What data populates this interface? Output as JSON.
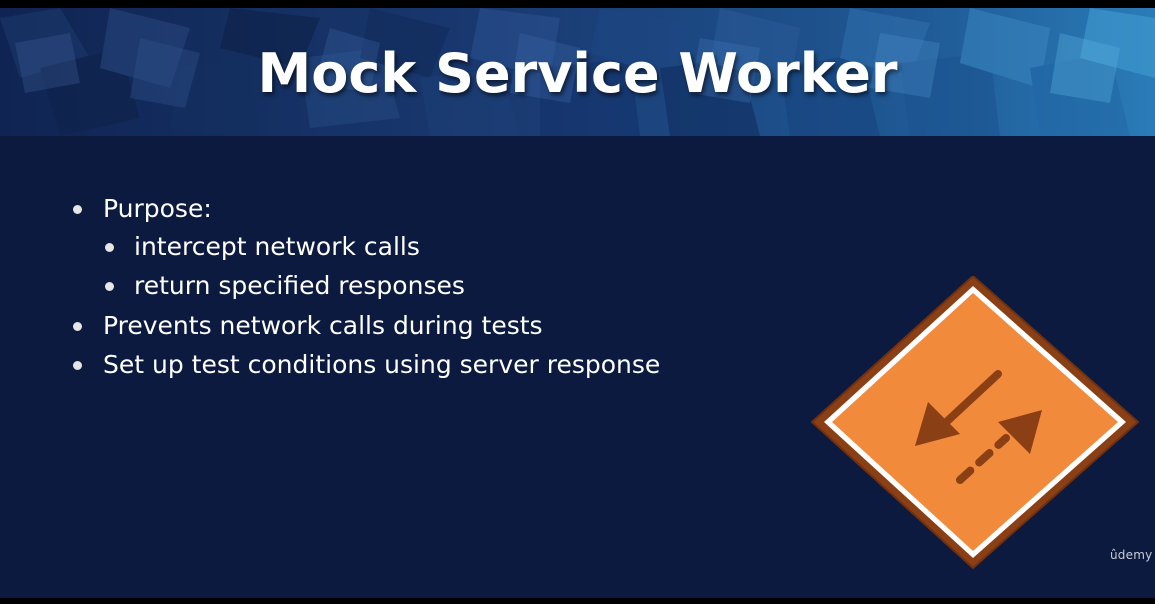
{
  "slide": {
    "title": "Mock Service Worker",
    "bullets": [
      {
        "level": 1,
        "text": "Purpose:"
      },
      {
        "level": 2,
        "text": "intercept network calls"
      },
      {
        "level": 2,
        "text": "return specified responses"
      },
      {
        "level": 1,
        "text": "Prevents network calls during tests"
      },
      {
        "level": 1,
        "text": "Set up test conditions using server response"
      }
    ],
    "icon": "two-way-traffic-diamond-sign-icon",
    "watermark": "ûdemy"
  },
  "colors": {
    "background": "#0b1a3e",
    "header": "#17305e",
    "text": "#ffffff",
    "sign_fill": "#f28a3c",
    "sign_border": "#8a3f15",
    "sign_arrow": "#8a3f15"
  }
}
